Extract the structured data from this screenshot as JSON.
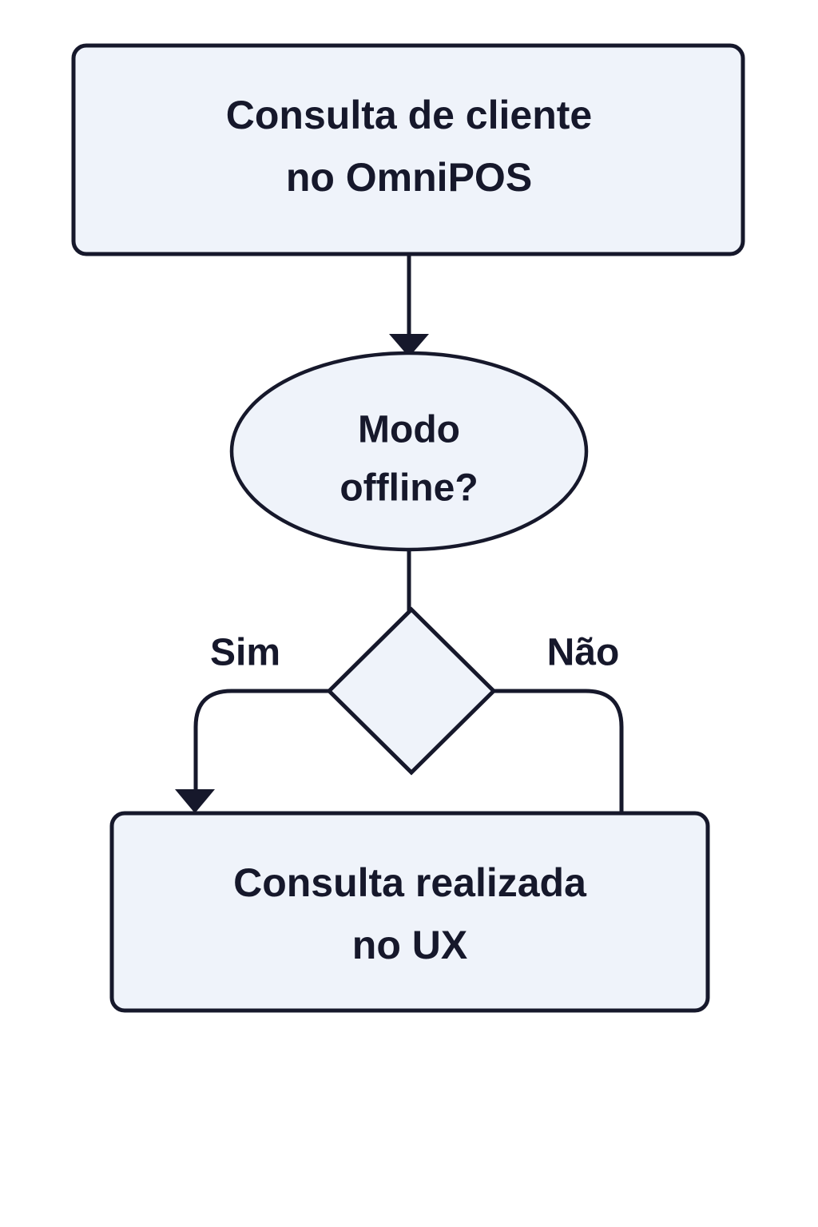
{
  "diagram": {
    "type": "flowchart",
    "orientation": "top-to-bottom",
    "language": "pt-BR",
    "background_color": "#ffffff",
    "stroke_color": "#16182b",
    "node_fill_color": "#eff3fa",
    "text_color": "#16182b",
    "nodes": [
      {
        "id": "start",
        "shape": "rounded-rectangle",
        "line1": "Consulta de cliente",
        "line2": "no OmniPOS"
      },
      {
        "id": "decision-mode",
        "shape": "ellipse",
        "line1": "Modo",
        "line2": "offline?"
      },
      {
        "id": "branch-diamond",
        "shape": "diamond",
        "line1": "",
        "line2": ""
      },
      {
        "id": "end",
        "shape": "rounded-rectangle",
        "line1": "Consulta realizada",
        "line2": "no UX"
      }
    ],
    "edges": [
      {
        "id": "start-to-decision",
        "from": "start",
        "to": "decision-mode",
        "label": "",
        "arrowhead": true
      },
      {
        "id": "decision-to-diamond",
        "from": "decision-mode",
        "to": "branch-diamond",
        "label": "",
        "arrowhead": false
      },
      {
        "id": "diamond-yes-to-end",
        "from": "branch-diamond",
        "to": "end",
        "label": "Sim",
        "arrowhead": true
      },
      {
        "id": "diamond-no-to-end",
        "from": "branch-diamond",
        "to": "end",
        "label": "Não",
        "arrowhead": false
      }
    ]
  }
}
